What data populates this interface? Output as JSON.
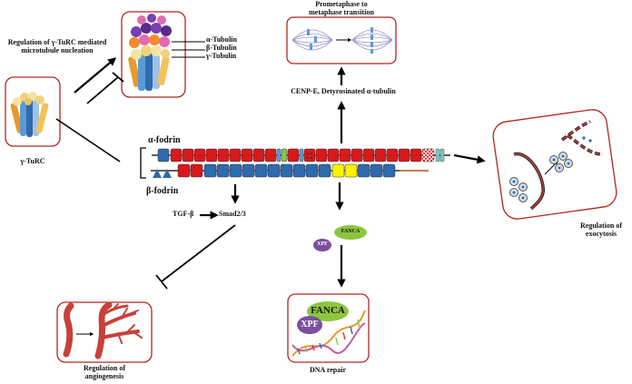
{
  "labels": {
    "gturc_regulation": [
      "Regulation of γ-TuRC mediated",
      "microtubule nucleation"
    ],
    "alpha_tubulin": "α-Tubulin",
    "beta_tubulin": "β-Tubulin",
    "gamma_tubulin": "γ-Tubulin",
    "prometaphase": [
      "Prometaphase to",
      "metaphase transition"
    ],
    "cenpe": "CENP-E, Detyrosinated α-tubulin",
    "gturc": "γ-TuRC",
    "alpha_fodrin": "α-fodrin",
    "beta_fodrin": "β-fodrin",
    "tgfb": "TGF-β",
    "smad": "Smad2/3",
    "fanca_small": "FANCA",
    "xpf_small": "XPF",
    "fanca_large": "FANCA",
    "xpf_large": "XPF",
    "dna_repair": "DNA repair",
    "angiogenesis": [
      "Regulation of",
      "angiogenesis"
    ],
    "exocytosis": [
      "Regulation of",
      "exocytosis"
    ]
  },
  "colors": {
    "panel_border": "#b3261e",
    "spectrin_red": "#d7191c",
    "spectrin_blue": "#2e6aad",
    "sh3_green": "#8ac650",
    "ef_hand_teal": "#7fc7c0",
    "ph_yellow": "#fff200",
    "fanca_green": "#8cc63f",
    "xpf_purple": "#7a4fa0",
    "vessel_red": "#c8403a"
  },
  "icons": [
    "gamma-turc-icon",
    "microtubule-nucleation-icon",
    "spindle-icon",
    "angiogenesis-icon",
    "dna-helix-icon",
    "exocytosis-icon"
  ]
}
